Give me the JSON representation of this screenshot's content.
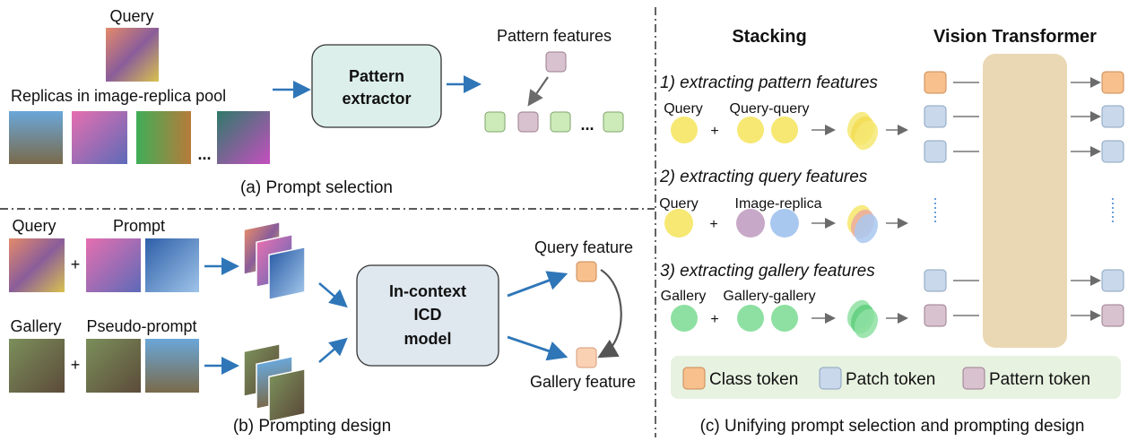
{
  "panel_a": {
    "query_label": "Query",
    "replicas_label": "Replicas in image-replica pool",
    "extractor_label_1": "Pattern",
    "extractor_label_2": "extractor",
    "pattern_features_label": "Pattern features",
    "ellipsis": "...",
    "caption": "(a) Prompt selection"
  },
  "panel_b": {
    "query_label": "Query",
    "prompt_label": "Prompt",
    "gallery_label": "Gallery",
    "pseudo_prompt_label": "Pseudo-prompt",
    "plus": "+",
    "model_label_1": "In-context",
    "model_label_2": "ICD",
    "model_label_3": "model",
    "query_feature_label": "Query feature",
    "gallery_feature_label": "Gallery feature",
    "caption": "(b) Prompting design"
  },
  "panel_c": {
    "stacking_label": "Stacking",
    "vit_label": "Vision Transformer",
    "step1": "1) extracting pattern features",
    "step2": "2) extracting query features",
    "step3": "3) extracting gallery features",
    "query": "Query",
    "query_query": "Query-query",
    "image_replica": "Image-replica",
    "gallery": "Gallery",
    "gallery_gallery": "Gallery-gallery",
    "plus": "+",
    "legend": {
      "class_token": "Class token",
      "patch_token": "Patch token",
      "pattern_token": "Pattern token"
    },
    "caption": "(c) Unifying prompt selection and prompting design"
  },
  "colors": {
    "extractor_fill": "#dcefea",
    "model_fill": "#dfe7ef",
    "vit_fill": "#e9d8b3",
    "legend_fill": "#e8f2e1",
    "class_token": "#f8c08d",
    "patch_token": "#c9d8ea",
    "pattern_token": "#d9c2cf",
    "green_token": "#cdeab9",
    "arrow_blue": "#2f76b8",
    "circle_yellow": "#f6e872",
    "circle_purple": "#c7a8c8",
    "circle_blue": "#a9c8f0",
    "circle_green": "#8ee0a2"
  }
}
